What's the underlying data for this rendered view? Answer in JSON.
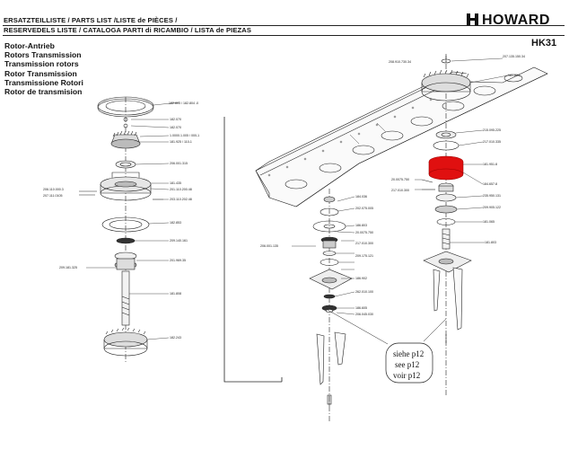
{
  "header": {
    "line1": "ERSATZTEILLISTE / PARTS LIST /LISTE de PIÈCES /",
    "line2": "RESERVEDELS LISTE / CATALOGA PARTI di RICAMBIO / LISTA de PIEZAS"
  },
  "brand": "HOWARD",
  "model": "HK31",
  "titles": [
    "Rotor-Antrieb",
    "Rotors Transmission",
    "Transmission rotors",
    "Rotor Transmission",
    "Transmissione Rotori",
    "Rotor de transmision"
  ],
  "callout": [
    "siehe p12",
    "see p12",
    "voir p12"
  ],
  "highlight_color": "#e01010",
  "part_numbers_left": [
    {
      "text": "182.803 / 182.804 -0"
    },
    {
      "text": "182.070"
    },
    {
      "text": "182.070"
    },
    {
      "text": "1.0000.1.005 / 000-1"
    },
    {
      "text": "181.925 / 110-1"
    },
    {
      "text": "206.001.315"
    },
    {
      "text": "181.435"
    },
    {
      "text": "201.110.200.48"
    },
    {
      "text": "203.110.202.48"
    },
    {
      "text": "206.110.000.3"
    },
    {
      "text": "207.111.0105"
    },
    {
      "text": "182.853"
    },
    {
      "text": "209.140.161"
    },
    {
      "text": "201.969.35"
    },
    {
      "text": "209.181.325"
    },
    {
      "text": "181.808"
    },
    {
      "text": "182.243"
    }
  ],
  "part_numbers_mid": [
    {
      "text": "208.910.730.34"
    },
    {
      "text": "184.036"
    },
    {
      "text": "202.075.005"
    },
    {
      "text": "186.803"
    },
    {
      "text": "20.0075.750"
    },
    {
      "text": "206.001.135"
    },
    {
      "text": "217.010.300"
    },
    {
      "text": "209.175.121"
    },
    {
      "text": "186.902"
    },
    {
      "text": "262.010.100"
    },
    {
      "text": "186.605"
    },
    {
      "text": "206.045.030"
    }
  ],
  "part_numbers_right": [
    {
      "text": "207.135.150.34"
    },
    {
      "text": "181.824"
    },
    {
      "text": "215.095.225"
    },
    {
      "text": "217.010.335"
    },
    {
      "text": "181.951.8"
    },
    {
      "text": "184.657.8"
    },
    {
      "text": "217.010.300"
    },
    {
      "text": "235.950.131"
    },
    {
      "text": "209.905.122"
    },
    {
      "text": "181.065"
    },
    {
      "text": "181.803"
    },
    {
      "text": "20.0075.750"
    }
  ]
}
